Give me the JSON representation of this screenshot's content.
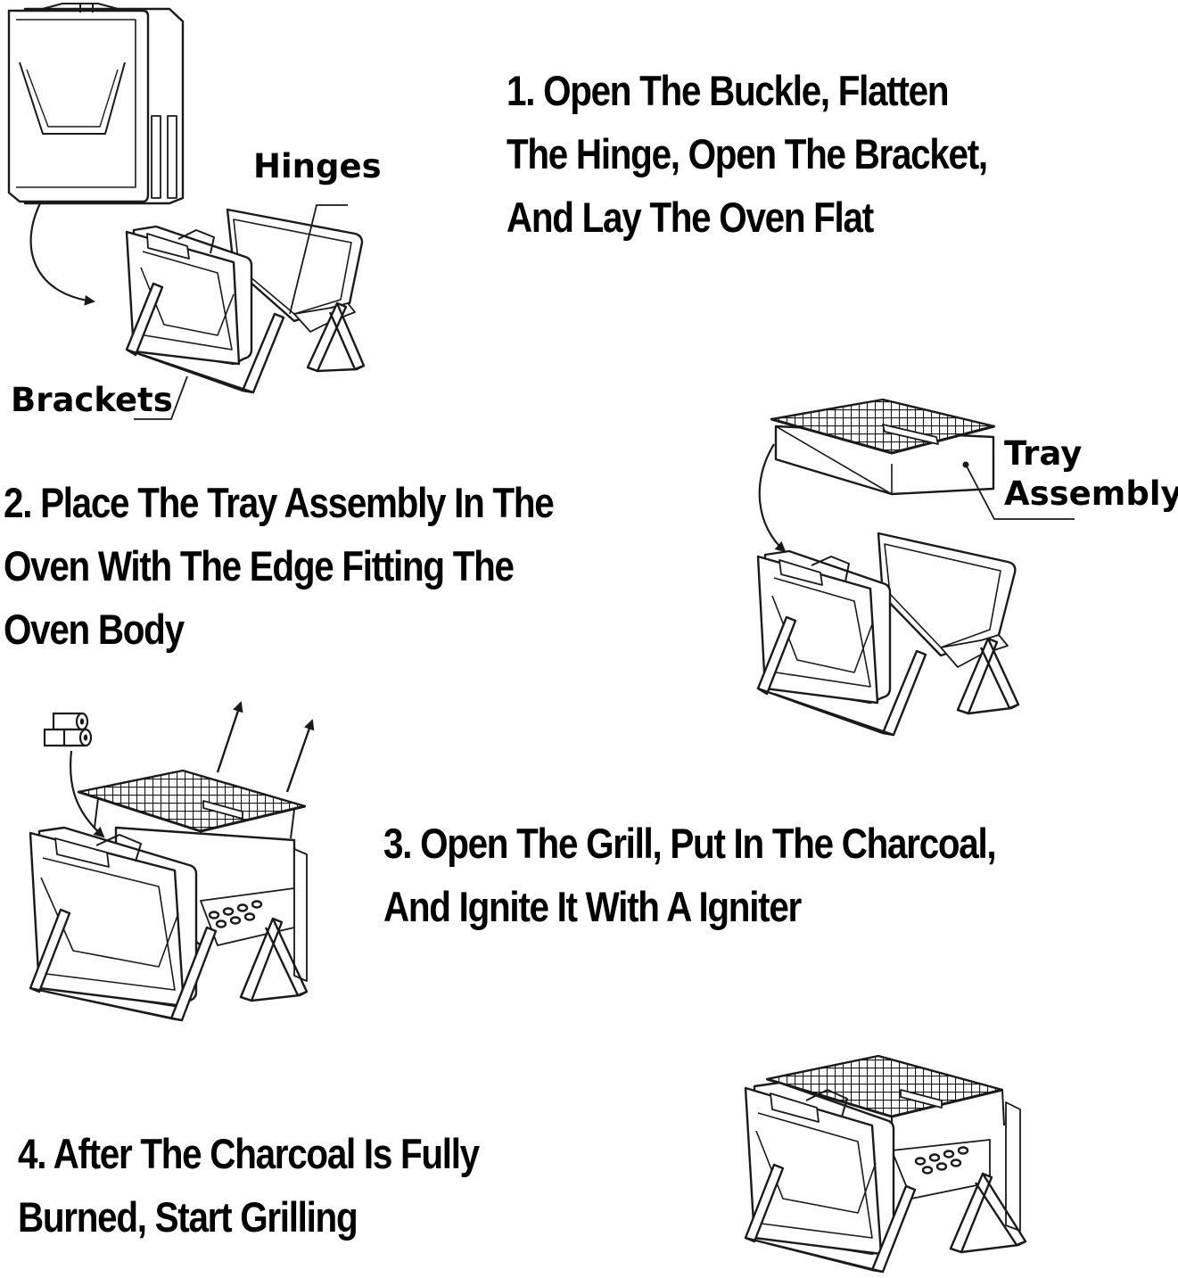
{
  "steps": [
    {
      "lines": [
        "1. Open The Buckle, Flatten",
        "The Hinge, Open The Bracket,",
        "And Lay The Oven Flat"
      ]
    },
    {
      "lines": [
        "2. Place The Tray Assembly In The",
        "Oven With The Edge Fitting The",
        "Oven Body"
      ]
    },
    {
      "lines": [
        "3. Open The Grill, Put In The Charcoal,",
        "And Ignite It With A Igniter"
      ]
    },
    {
      "lines": [
        "4. After The Charcoal Is Fully",
        "Burned, Start Grilling"
      ]
    }
  ],
  "labels": {
    "hinges": "Hinges",
    "brackets": "Brackets",
    "tray_assembly": [
      "Tray",
      "Assembly"
    ]
  },
  "colors": {
    "ink": "#000000",
    "line": "#1a1a1a",
    "background": "#ffffff"
  }
}
